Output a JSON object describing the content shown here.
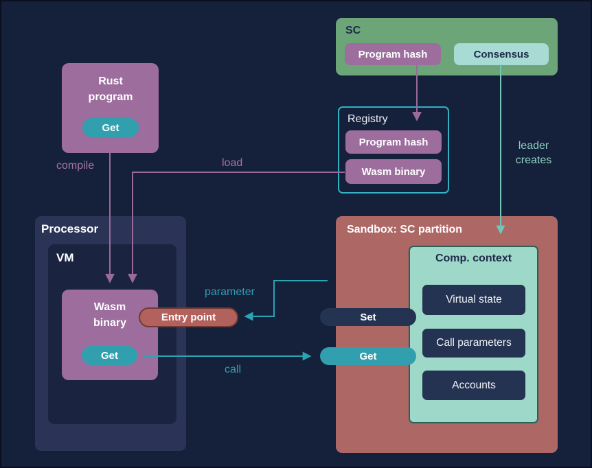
{
  "palette": {
    "background": "#15203b",
    "sc_green": "#6ba578",
    "purple": "#9c6d9d",
    "teal_button": "#319fad",
    "consensus_lightteal": "#a7dbd3",
    "registry_border_cyan": "#32b2c2",
    "processor_bg": "#2b3456",
    "vm_bg": "#1a2440",
    "sandbox_red": "#ad6765",
    "comp_context_bg": "#9ed8c8",
    "comp_context_border": "#2a6157",
    "dark_navy_box": "#253352",
    "entry_point_fill": "#b2615c",
    "entry_point_border": "#6f3a35",
    "purple_edge": "#9a6b9a",
    "teal_edge": "#2ba4b4",
    "lightteal_edge": "#74c4b8",
    "dark_text_on_green": "#1d2b4a",
    "white_text": "#ffffff"
  },
  "nodes": {
    "sc": {
      "title": "SC",
      "program_hash": "Program hash",
      "consensus": "Consensus"
    },
    "rust_program": {
      "title": "Rust program",
      "get": "Get"
    },
    "registry": {
      "title": "Registry",
      "program_hash": "Program hash",
      "wasm_binary": "Wasm binary"
    },
    "processor": {
      "title": "Processor",
      "vm": {
        "title": "VM",
        "wasm_binary": {
          "title": "Wasm binary",
          "get": "Get"
        }
      }
    },
    "entry_point": {
      "label": "Entry point"
    },
    "sandbox": {
      "title": "Sandbox: SC partition",
      "set": "Set",
      "get": "Get",
      "comp_context": {
        "title": "Comp. context",
        "items": [
          "Virtual state",
          "Call parameters",
          "Accounts"
        ]
      }
    }
  },
  "edges": {
    "compile": "compile",
    "load": "load",
    "parameter": "parameter",
    "call": "call",
    "leader_creates": "leader creates"
  }
}
